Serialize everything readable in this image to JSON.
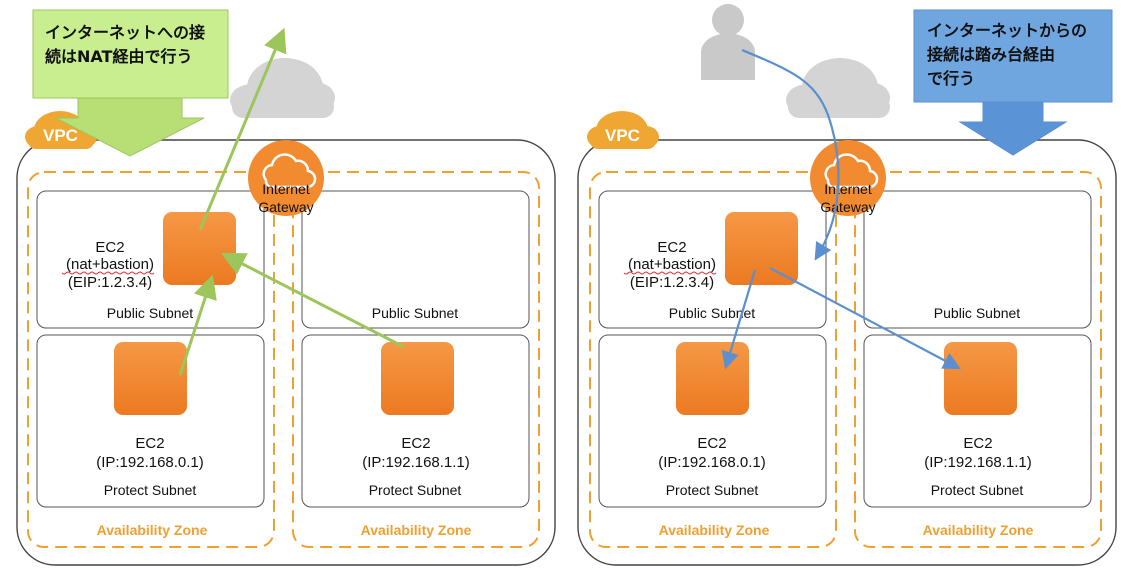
{
  "left": {
    "note": [
      "インターネットへの接",
      "続はNAT経由で行う"
    ],
    "vpc_label": "VPC",
    "gateway": [
      "Internet",
      "Gateway"
    ],
    "nat_instance": [
      "EC2",
      "(nat+bastion)",
      "(EIP:1.2.3.4)"
    ],
    "public_subnet_a": "Public Subnet",
    "public_subnet_b": "Public Subnet",
    "protect_a": [
      "EC2",
      "(IP:192.168.0.1)"
    ],
    "protect_b": [
      "EC2",
      "(IP:192.168.1.1)"
    ],
    "protect_subnet_a": "Protect Subnet",
    "protect_subnet_b": "Protect Subnet",
    "az_a": "Availability Zone",
    "az_b": "Availability Zone"
  },
  "right": {
    "note": [
      "インターネットからの",
      "接続は踏み台経由",
      "で行う"
    ],
    "vpc_label": "VPC",
    "gateway": [
      "Internet",
      "Gateway"
    ],
    "nat_instance": [
      "EC2",
      "(nat+bastion)",
      "(EIP:1.2.3.4)"
    ],
    "public_subnet_a": "Public Subnet",
    "public_subnet_b": "Public Subnet",
    "protect_a": [
      "EC2",
      "(IP:192.168.0.1)"
    ],
    "protect_b": [
      "EC2",
      "(IP:192.168.1.1)"
    ],
    "protect_subnet_a": "Protect Subnet",
    "protect_subnet_b": "Protect Subnet",
    "az_a": "Availability Zone",
    "az_b": "Availability Zone"
  },
  "colors": {
    "orange": "#f28a30",
    "az_dash": "#f0a030",
    "green_note": "#c9ee8f",
    "green_arrow": "#9cc65c",
    "blue_note": "#6fa6df",
    "blue_arrow": "#5b8fcf",
    "cloud": "#d8d8d8"
  },
  "icons": [
    "cloud-icon",
    "internet-gateway-icon",
    "ec2-instance-icon",
    "user-icon",
    "vpc-cloud-icon"
  ]
}
